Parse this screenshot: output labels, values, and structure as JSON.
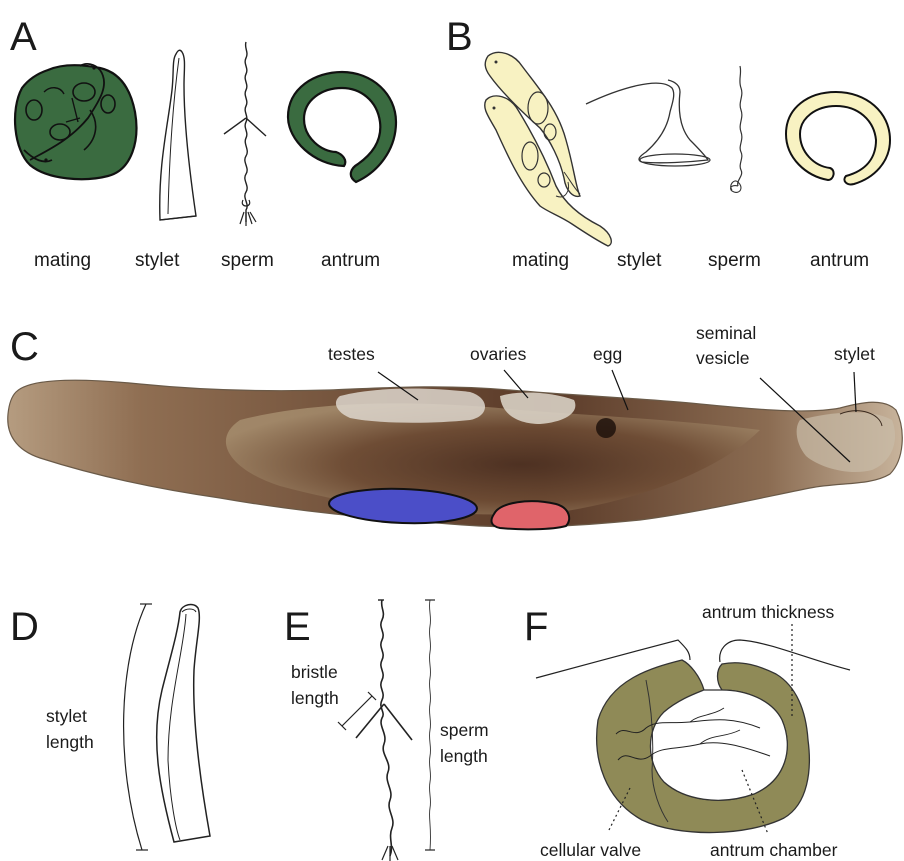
{
  "panels": {
    "A": {
      "letter": "A",
      "captions": [
        "mating",
        "stylet",
        "sperm",
        "antrum"
      ],
      "color": "#3a6b40"
    },
    "B": {
      "letter": "B",
      "captions": [
        "mating",
        "stylet",
        "sperm",
        "antrum"
      ],
      "color": "#f8f2c2"
    },
    "C": {
      "letter": "C",
      "labels": {
        "testes": "testes",
        "ovaries": "ovaries",
        "egg": "egg",
        "seminal_line1": "seminal",
        "seminal_line2": "vesicle",
        "stylet": "stylet"
      },
      "testes_color": "#4b4ec8",
      "ovaries_color": "#e0646a",
      "body_color": "#8a6a4e"
    },
    "D": {
      "letter": "D",
      "label_line1": "stylet",
      "label_line2": "length"
    },
    "E": {
      "letter": "E",
      "bristle_line1": "bristle",
      "bristle_line2": "length",
      "sperm_line1": "sperm",
      "sperm_line2": "length"
    },
    "F": {
      "letter": "F",
      "antrum_thickness": "antrum thickness",
      "cellular_valve": "cellular valve",
      "antrum_chamber": "antrum chamber",
      "color": "#8f8a57"
    }
  }
}
